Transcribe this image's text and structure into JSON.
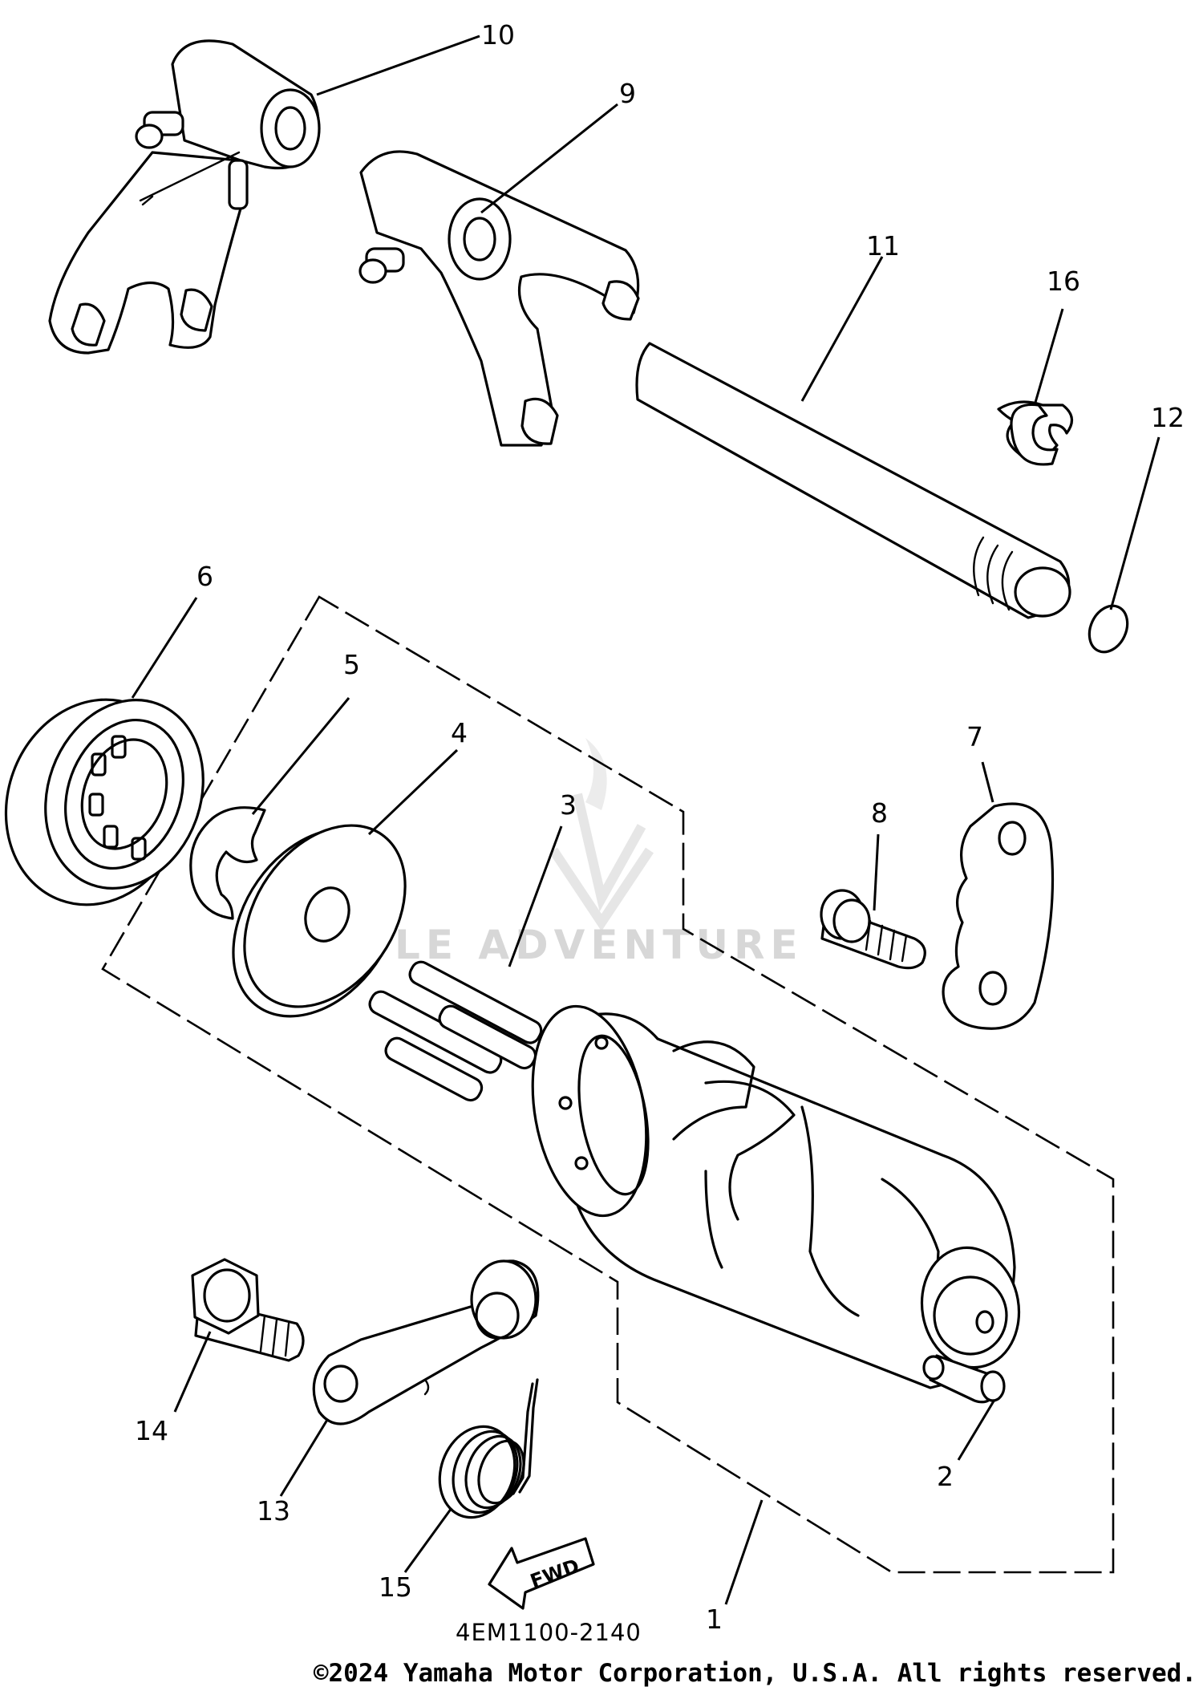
{
  "diagram": {
    "callouts": [
      "10",
      "9",
      "11",
      "16",
      "12",
      "6",
      "5",
      "4",
      "3",
      "8",
      "7",
      "14",
      "13",
      "15",
      "2",
      "1"
    ],
    "direction_label": "FWD",
    "diagram_code": "4EM1100-2140",
    "watermark": "LE ADVENTURE",
    "copyright": "©2024 Yamaha Motor Corporation, U.S.A. All rights reserved.",
    "icons": [
      "fwd-arrow-icon",
      "watermark-logo-icon"
    ]
  }
}
